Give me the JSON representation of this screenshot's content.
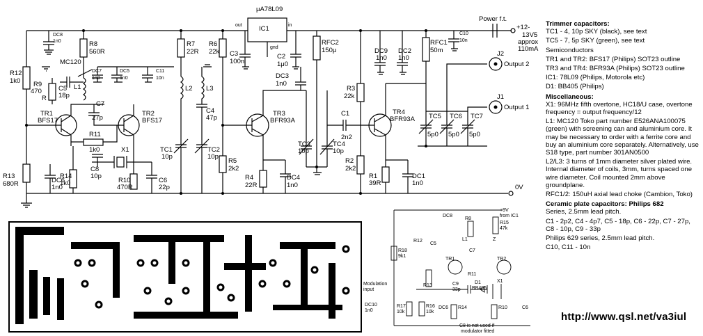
{
  "labels": {
    "ic_part": "μA78L09",
    "ic1": "IC1",
    "ic_out": "out",
    "ic_in": "in",
    "ic_gnd": "gnd",
    "power_feed": "Power f.t.",
    "supply_plus": "+12-",
    "supply_v": "13V5",
    "supply_approx": "approx",
    "supply_ma": "110mA",
    "zero_v": "0V",
    "dc8": "DC8",
    "dc8v": "1n0",
    "r8": "R8",
    "r8v": "560R",
    "r7": "R7",
    "r7v": "22R",
    "r6": "R6",
    "r6v": "22k",
    "c3": "C3",
    "c3v": "100n",
    "c2": "C2",
    "c2v": "1μ0",
    "rfc2": "RFC2",
    "rfc2v": "150μ",
    "rfc1": "RFC1",
    "rfc1v": "50m",
    "c10": "C10",
    "c10v": "10n",
    "r12": "R12",
    "r12v": "1k0",
    "mc120": "MC120",
    "r9": "R9",
    "r9v": "470",
    "r9r": "R",
    "c5": "C5",
    "c5v": "18p",
    "l1": "L1",
    "dc7": "DC7",
    "dc7v": "1n0",
    "dc5": "DC5",
    "dc5v": "1n0",
    "c11": "C11",
    "c11v": "10n",
    "l2": "L2",
    "l3": "L3",
    "tr1": "TR1",
    "tr1v": "BFS17",
    "c7": "C7",
    "c7v": "27p",
    "tr2": "TR2",
    "tr2v": "BFS17",
    "r11": "R11",
    "r11v": "1k0",
    "x1": "X1",
    "c8": "C8",
    "c8v": "10p",
    "r10": "R10",
    "r10v": "470R",
    "c6": "C6",
    "c6v": "22p",
    "tc1": "TC1",
    "tc1v": "10p",
    "tc2": "TC2",
    "tc2v": "10p",
    "c4": "C4",
    "c4v": "47p",
    "r13": "R13",
    "r13v": "680R",
    "dc6": "DC6",
    "dc6v": "1n0",
    "r14": "R14",
    "r14v": "1k0",
    "r5": "R5",
    "r5v": "2k2",
    "r4": "R4",
    "r4v": "22R",
    "dc4": "DC4",
    "dc4v": "1n0",
    "dc3": "DC3",
    "dc3v": "1n0",
    "tr3": "TR3",
    "tr3v": "BFR93A",
    "tc3": "TC3",
    "tc3v": "10p",
    "tc4": "TC4",
    "tc4v": "10p",
    "r3": "R3",
    "r3v": "22k",
    "c1": "C1",
    "c1v": "2n2",
    "tr4": "TR4",
    "tr4v": "BFR93A",
    "r2": "R2",
    "r2v": "2k2",
    "r1": "R1",
    "r1v": "39R",
    "dc1": "DC1",
    "dc1v": "1n0",
    "dc9": "DC9",
    "dc9v": "1n0",
    "dc2": "DC2",
    "dc2v": "1n0",
    "tc5": "TC5",
    "tc5v": "5p0",
    "tc6": "TC6",
    "tc6v": "5p0",
    "tc7": "TC7",
    "tc7v": "5p0",
    "j2": "J2",
    "out2": "Output 2",
    "j1": "J1",
    "out1": "Output 1"
  },
  "mod_labels": {
    "v97": "+9V",
    "from_ic1": "from IC1",
    "dc8": "DC8",
    "r8": "R8",
    "r15": "R15",
    "r15v": "47k",
    "r18": "R18",
    "r18v": "9k1",
    "r12": "R12",
    "c5": "C5",
    "l1": "L1",
    "c7": "C7",
    "tr1": "TR1",
    "tr2": "TR2",
    "r11": "R11",
    "r13": "R13",
    "c9": "C9",
    "c9v": "33p",
    "d1": "D1",
    "d1v": "BB405",
    "x1": "X1",
    "mod_in1": "Modulation",
    "mod_in2": "input",
    "dc10": "DC10",
    "dc10v": "1n0",
    "r17": "R17",
    "r17v": "10k",
    "r16": "R16",
    "r16v": "10k",
    "dc6": "DC6",
    "r14": "R14",
    "r10": "R10",
    "c6": "C6",
    "note1": "C8 is not used if",
    "note2": "modulator fitted",
    "z": "Z"
  },
  "notes": [
    {
      "type": "h",
      "text": "Trimmer capacitors:"
    },
    {
      "type": "p",
      "text": "TC1 - 4, 10p SKY (black), see text"
    },
    {
      "type": "p",
      "text": "TC5 - 7, 5p SKY (green), see text"
    },
    {
      "type": "p",
      "text": "Semiconductors"
    },
    {
      "type": "p",
      "text": "TR1 and TR2: BFS17 (Philips) SOT23 outline"
    },
    {
      "type": "p",
      "text": "TR3 and TR4: BFR93A (Philips) SOT23 outline"
    },
    {
      "type": "p",
      "text": "IC1: 78L09 (Philips, Motorola etc)"
    },
    {
      "type": "p",
      "text": "D1: BB405 (Philips)"
    },
    {
      "type": "h",
      "text": "Miscellaneous:"
    },
    {
      "type": "p",
      "text": "X1: 96MHz fifth overtone, HC18/U case, overtone frequency = output frequency/12"
    },
    {
      "type": "p",
      "text": "L1: MC120 Toko part number E526ANA100075 (green) with screening can and aluminium core. It may be necessary to order with a ferrite core and buy an aluminium core separately. Alternatively, use S18 type, part number 301AN0500"
    },
    {
      "type": "p",
      "text": "L2/L3: 3 turns of 1mm diameter silver plated wire. Internal diameter of coils, 3mm, turns spaced one wire diameter. Coil mounted 2mm above groundplane."
    },
    {
      "type": "p",
      "text": "RFC1/2: 150uH axial lead choke (Cambion, Toko)"
    },
    {
      "type": "h",
      "text": "Ceramic plate capacitors: Philips 682"
    },
    {
      "type": "p",
      "text": "Series, 2.5mm lead pitch."
    },
    {
      "type": "p",
      "text": "C1 - 2p2, C4 - 4p7, C5 - 18p, C6 - 22p, C7 - 27p, C8 - 10p, C9 - 33p"
    },
    {
      "type": "p",
      "text": "Philips 629 series, 2.5mm lead pitch."
    },
    {
      "type": "p",
      "text": "C10, C11 - 10n"
    }
  ],
  "url": "http://www.qsl.net/va3iul"
}
